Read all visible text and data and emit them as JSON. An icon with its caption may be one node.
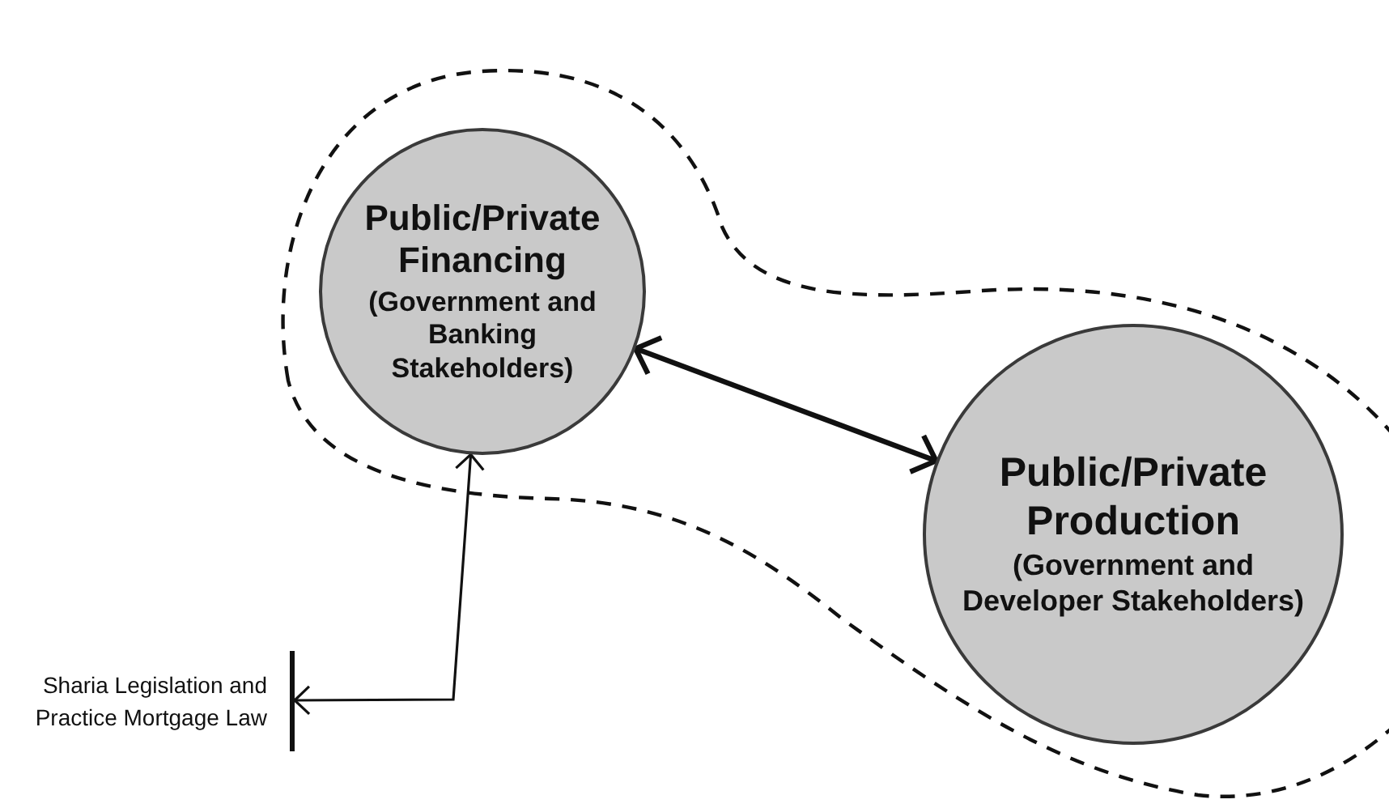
{
  "diagram": {
    "nodes": [
      {
        "text": [
          "Public/Private Financing",
          "(Government and Banking Stakeholders)"
        ]
      },
      {
        "text": [
          "Public/Private Production",
          "(Government and Developer Stakeholders)"
        ]
      },
      {
        "text": [
          "Sharia Legislation and Practice Mortgage Law"
        ]
      }
    ],
    "edges": [
      {
        "from": 0,
        "to": 1,
        "arrow": "both",
        "style": "thick"
      },
      {
        "from": 0,
        "to": 2,
        "arrow": "both"
      }
    ]
  }
}
